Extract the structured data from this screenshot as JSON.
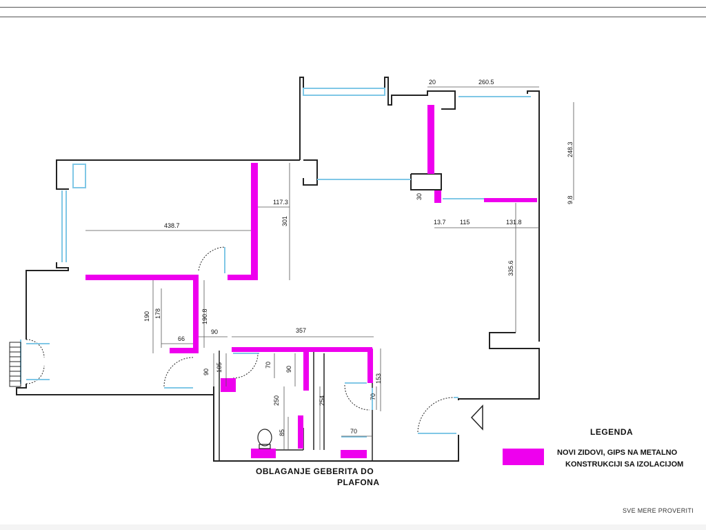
{
  "colors": {
    "new_wall": "#ee00ee",
    "wall": "#222222",
    "window": "#7fc7e6"
  },
  "dimensions": {
    "d_20": "20",
    "d_260_5": "260.5",
    "d_248_3": "248.3",
    "d_9_8": "9.8",
    "d_117_3": "117.3",
    "d_438_7": "438.7",
    "d_301": "301",
    "d_30": "30",
    "d_13_7": "13.7",
    "d_115": "115",
    "d_131_8": "131.8",
    "d_335_6": "335.6",
    "d_190": "190",
    "d_178": "178",
    "d_190_8": "190.8",
    "d_66": "66",
    "d_90a": "90",
    "d_357": "357",
    "d_90b": "90",
    "d_105": "105",
    "d_70a": "70",
    "d_90c": "90",
    "d_250": "250",
    "d_85": "85",
    "d_254": "254",
    "d_153": "153",
    "d_70b": "70",
    "d_70c": "70"
  },
  "legend": {
    "title": "LEGENDA",
    "line1": "NOVI ZIDOVI, GIPS NA METALNO",
    "line2": "KONSTRUKCIJI SA IZOLACIJOM"
  },
  "annotation": {
    "line1": "OBLAGANJE GEBERITA DO",
    "line2": "PLAFONA"
  },
  "footnote": "SVE MERE PROVERITI"
}
